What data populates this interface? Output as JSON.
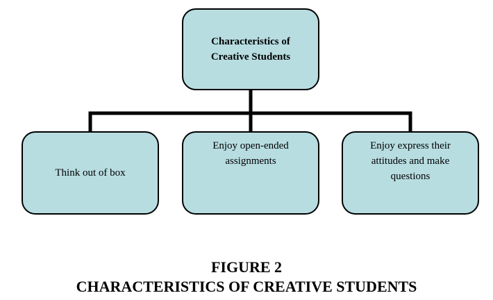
{
  "colors": {
    "box_fill": "#b7dde1",
    "box_border": "#000000",
    "connector": "#000000"
  },
  "diagram": {
    "root": {
      "label": "Characteristics of Creative Students"
    },
    "children": [
      {
        "label": "Think out of box"
      },
      {
        "label": "Enjoy open-ended assignments"
      },
      {
        "label": "Enjoy express their attitudes and make questions"
      }
    ]
  },
  "caption": {
    "figure_number": "FIGURE 2",
    "title": "CHARACTERISTICS OF CREATIVE STUDENTS"
  }
}
